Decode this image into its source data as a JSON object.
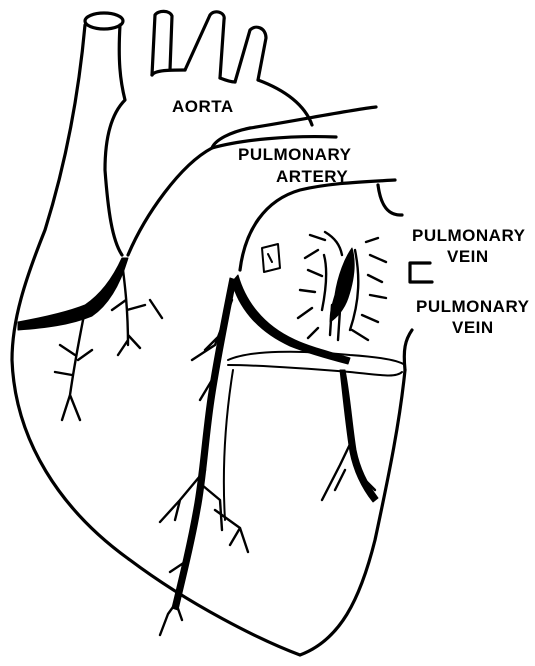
{
  "labels": {
    "aorta": "AORTA",
    "pulmonary_artery_line1": "PULMONARY",
    "pulmonary_artery_line2": "ARTERY",
    "pulmonary_vein_upper_line1": "PULMONARY",
    "pulmonary_vein_upper_line2": "VEIN",
    "pulmonary_vein_lower_line1": "PULMONARY",
    "pulmonary_vein_lower_line2": "VEIN"
  },
  "colors": {
    "ink": "#000000",
    "paper": "#ffffff"
  }
}
